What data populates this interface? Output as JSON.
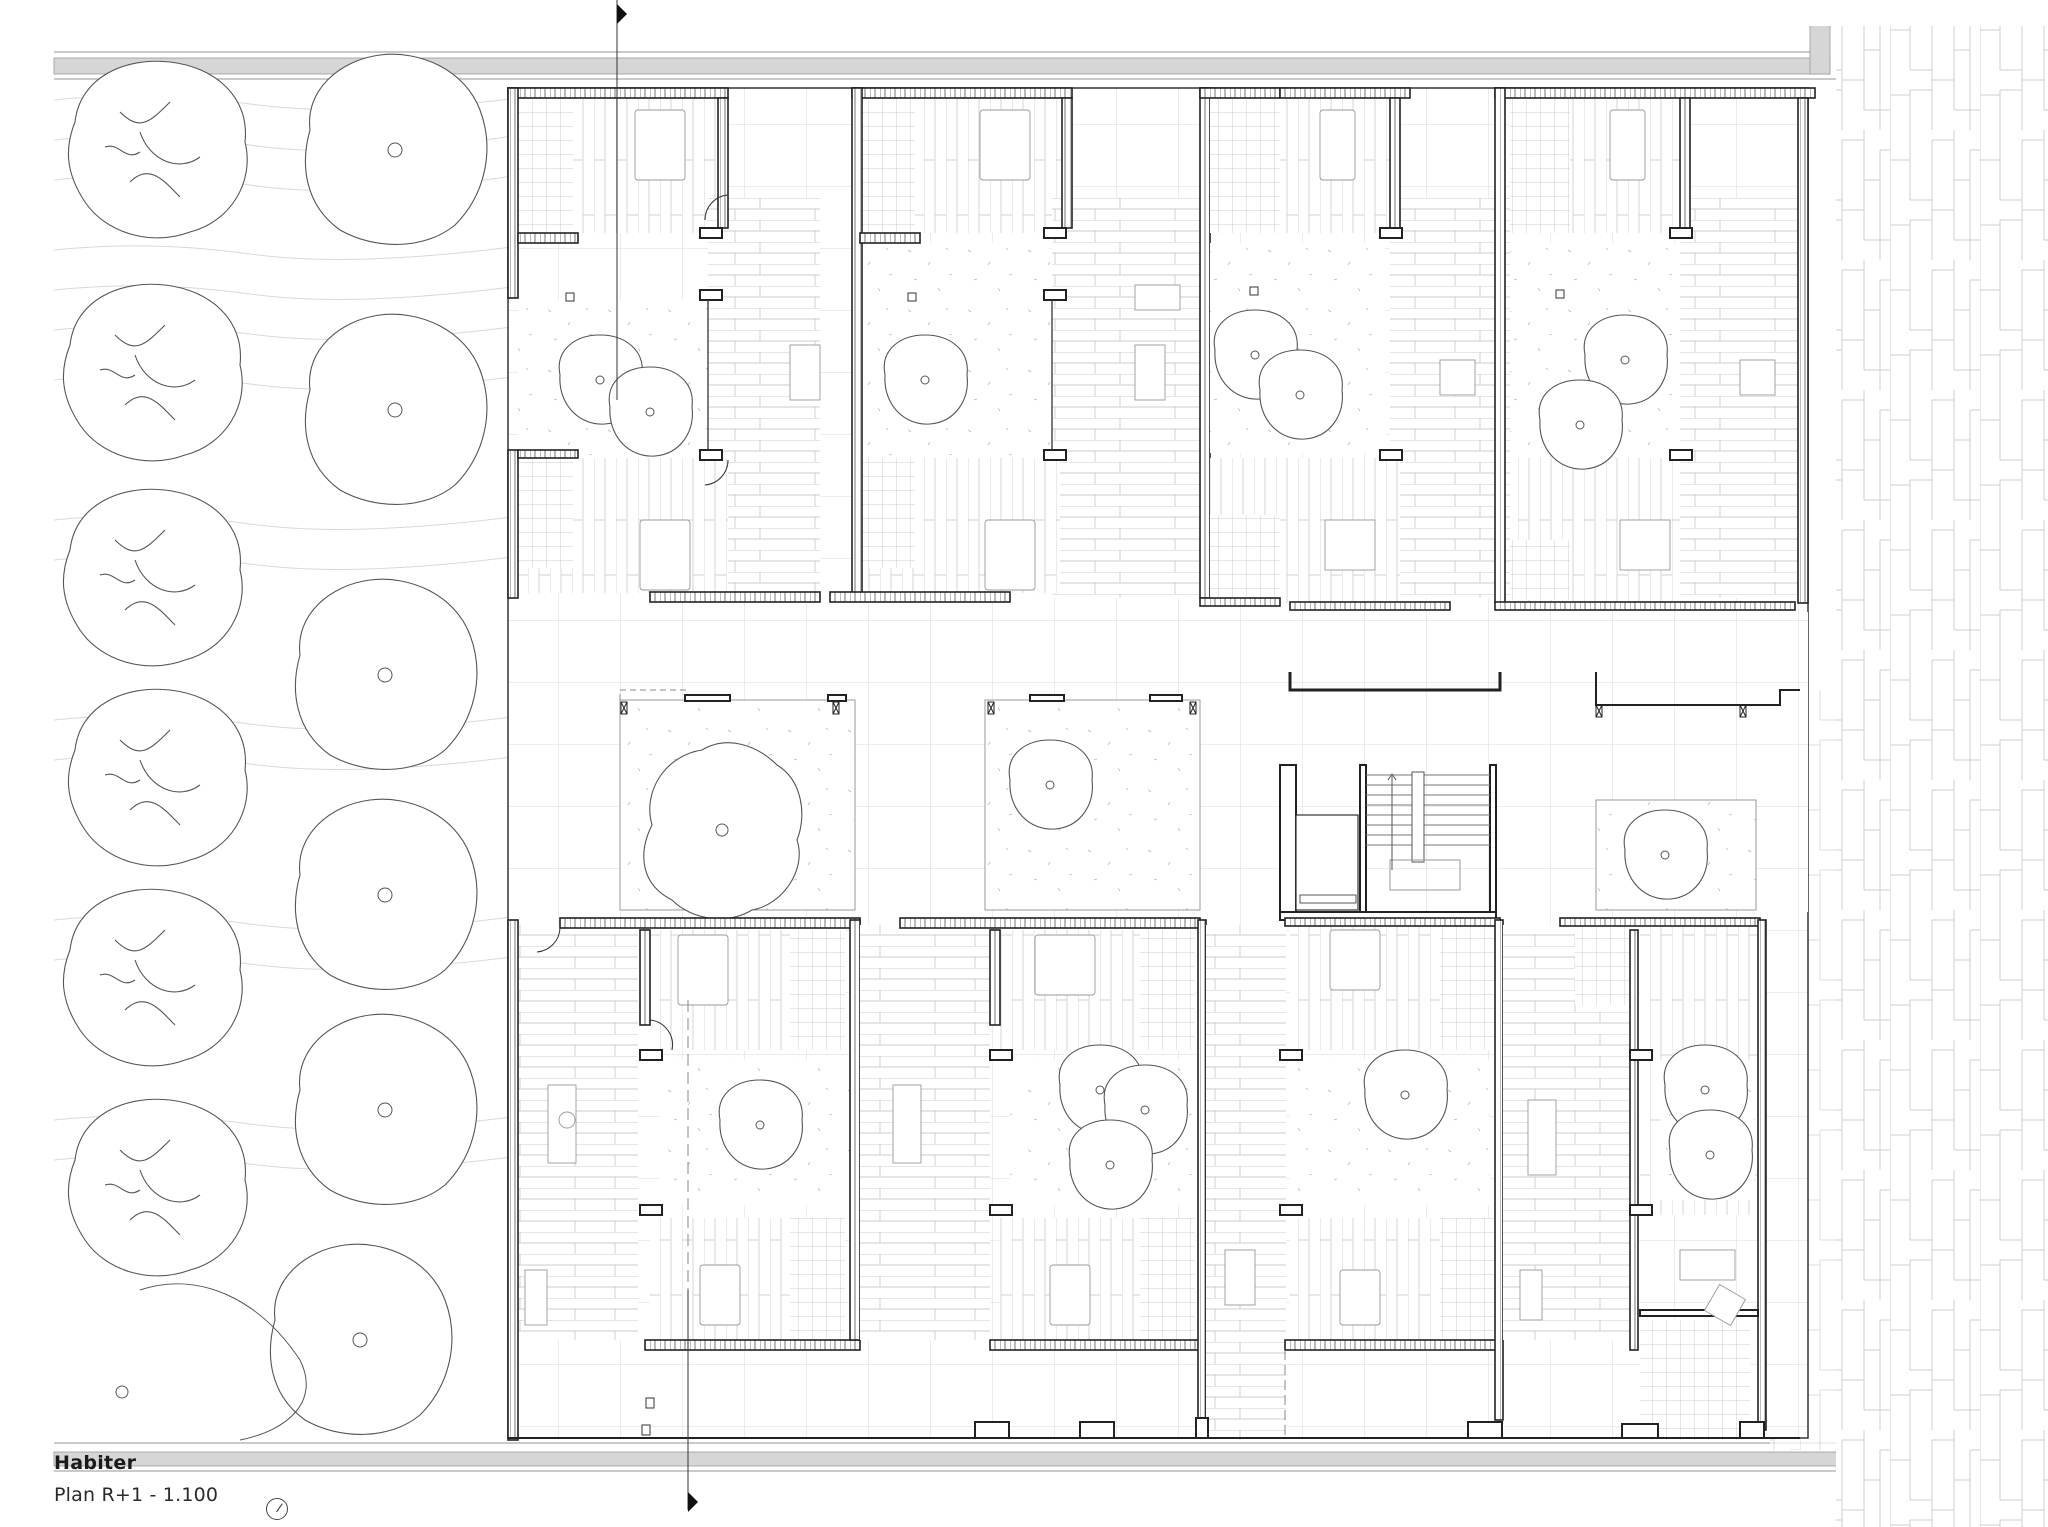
{
  "drawing": {
    "type": "architectural-floor-plan",
    "title": "Habiter",
    "subtitle": "Plan R+1 - 1.100",
    "north_arrow": "north-arrow-icon",
    "section_markers": [
      "section-marker-top",
      "section-marker-bottom"
    ],
    "colors": {
      "background": "#ffffff",
      "walls": "#222222",
      "floor_pattern": "#b0b0b0",
      "street_band": "#d6d6d6",
      "paving": "#d0d0d0"
    },
    "elements": {
      "trees_left_column": 12,
      "patio_trees": 14,
      "dwelling_units_top_row": 4,
      "dwelling_units_bottom_row": 4,
      "staircase": 1
    }
  }
}
